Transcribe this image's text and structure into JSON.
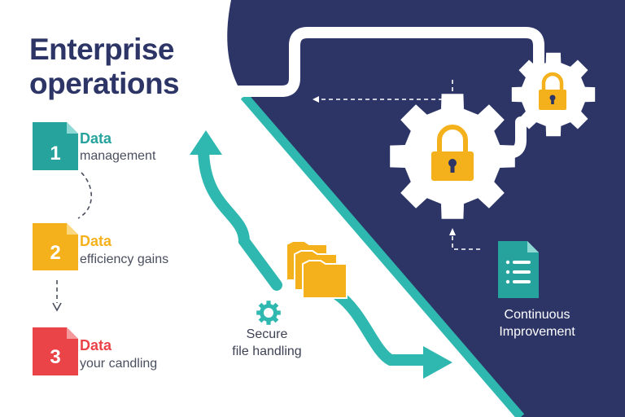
{
  "title": {
    "line1": "Enterprise",
    "line2": "operations"
  },
  "steps": [
    {
      "number": "1",
      "heading": "Data",
      "subtext": "management",
      "color": "#26a39d"
    },
    {
      "number": "2",
      "heading": "Data",
      "subtext": "efficiency gains",
      "color": "#f5b11c"
    },
    {
      "number": "3",
      "heading": "Data",
      "subtext": "your candling",
      "color": "#ea4448"
    }
  ],
  "captions": {
    "secure_line1": "Secure",
    "secure_line2": "file handling",
    "continuous_line1": "Continuous",
    "continuous_line2": "Improvement"
  },
  "icons": [
    "document-icon",
    "gear-icon",
    "padlock-icon",
    "folder-icon",
    "arrow-icon",
    "checklist-icon"
  ],
  "colors": {
    "navy": "#2c3566",
    "teal": "#2fb8b0",
    "yellow": "#f5b11c",
    "red": "#ea4448"
  }
}
